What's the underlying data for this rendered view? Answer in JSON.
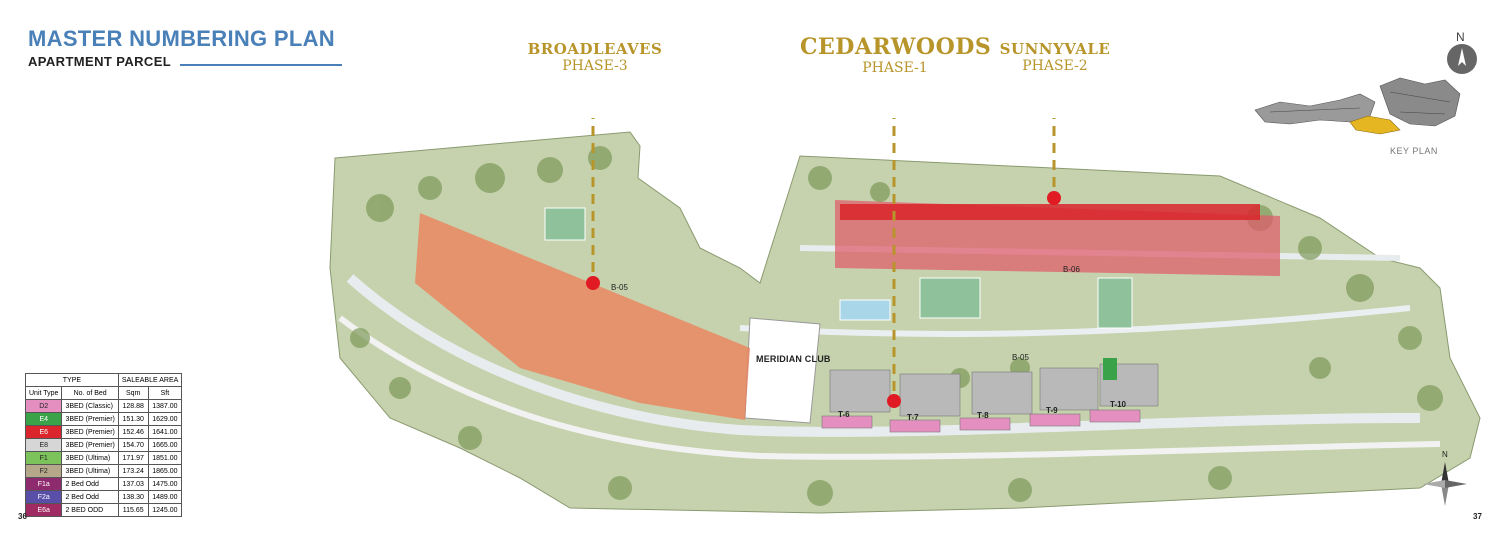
{
  "header": {
    "title": "MASTER NUMBERING PLAN",
    "subtitle": "APARTMENT PARCEL"
  },
  "phases": [
    {
      "name": "BROADLEAVES",
      "phase": "PHASE-3"
    },
    {
      "name": "CEDARWOODS",
      "phase": "PHASE-1"
    },
    {
      "name": "SUNNYVALE",
      "phase": "PHASE-2"
    }
  ],
  "compass": {
    "north_label": "N"
  },
  "key_plan": {
    "label": "KEY PLAN"
  },
  "map": {
    "club_label": "MERIDIAN CLUB",
    "block_labels": [
      "B-05",
      "B-05",
      "B-06"
    ],
    "towers": [
      "T-6",
      "T-7",
      "T-8",
      "T-9",
      "T-10"
    ]
  },
  "legend": {
    "headers": {
      "type": "TYPE",
      "saleable_area": "SALEABLE AREA",
      "unit_type": "Unit Type",
      "no_of_bed": "No. of Bed",
      "sqm": "Sqm",
      "sft": "Sft"
    },
    "rows": [
      {
        "type": "D2",
        "bed": "3BED (Classic)",
        "sqm": "128.88",
        "sft": "1387.00",
        "color": "#e58fc0",
        "text_color": "#222"
      },
      {
        "type": "E4",
        "bed": "3BED (Premier)",
        "sqm": "151.30",
        "sft": "1629.00",
        "color": "#3aa34a",
        "text_color": "#fff"
      },
      {
        "type": "E6",
        "bed": "3BED (Premier)",
        "sqm": "152.46",
        "sft": "1641.00",
        "color": "#d9252b",
        "text_color": "#fff"
      },
      {
        "type": "E8",
        "bed": "3BED (Premier)",
        "sqm": "154.70",
        "sft": "1665.00",
        "color": "#d6d6d6",
        "text_color": "#222"
      },
      {
        "type": "F1",
        "bed": "3BED (Ultima)",
        "sqm": "171.97",
        "sft": "1851.00",
        "color": "#7dc35b",
        "text_color": "#222"
      },
      {
        "type": "F2",
        "bed": "3BED (Ultima)",
        "sqm": "173.24",
        "sft": "1865.00",
        "color": "#b5a88a",
        "text_color": "#222"
      },
      {
        "type": "F1a",
        "bed": "2 Bed Odd",
        "sqm": "137.03",
        "sft": "1475.00",
        "color": "#8e2a6e",
        "text_color": "#fff"
      },
      {
        "type": "F2a",
        "bed": "2 Bed Odd",
        "sqm": "138.30",
        "sft": "1489.00",
        "color": "#5a4fa8",
        "text_color": "#fff"
      },
      {
        "type": "E6a",
        "bed": "2 BED ODD",
        "sqm": "115.65",
        "sft": "1245.00",
        "color": "#a02a62",
        "text_color": "#fff"
      }
    ]
  },
  "pages": {
    "left": "36",
    "right": "37"
  },
  "colors": {
    "title": "#4a80b8",
    "phase_gold": "#b8952a",
    "broadleaves_overlay": "#f07a55",
    "sunnyvale_overlay": "#e05a6a",
    "marker": "#e01b24",
    "site_green": "#b9c9a0"
  }
}
